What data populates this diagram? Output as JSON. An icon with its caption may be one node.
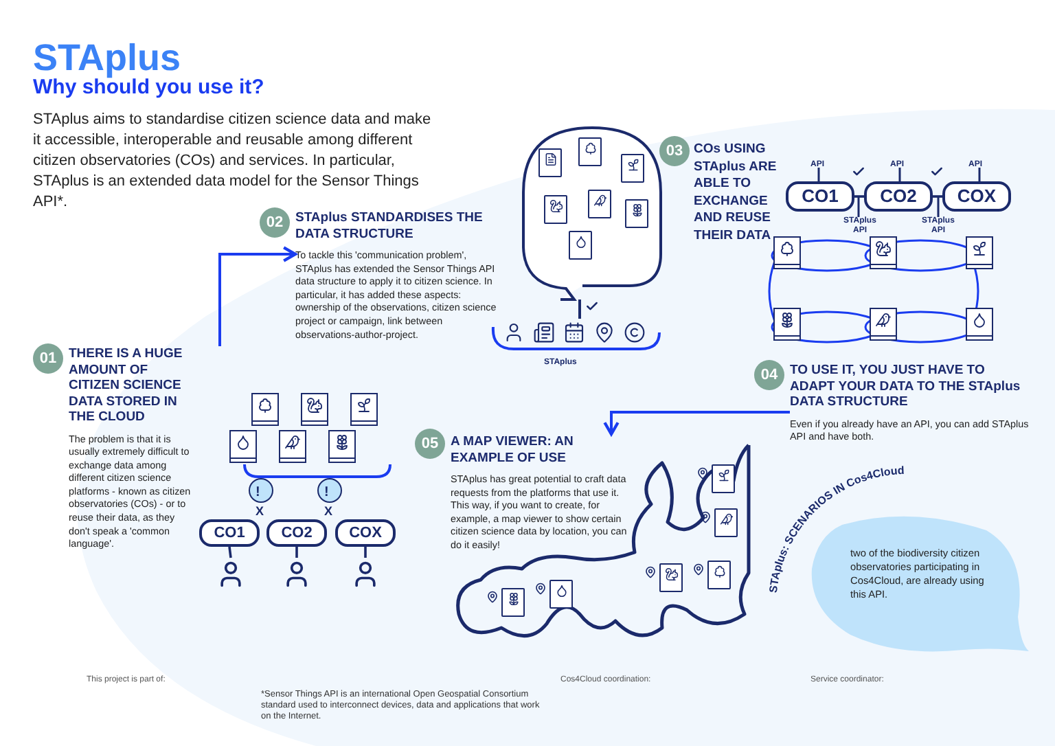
{
  "diagram": {
    "title": "STAplus",
    "nodes": [
      {
        "text": [
          "THERE IS A HUGE AMOUNT  OF CITIZEN SCIENCE DATA STORED IN THE CLOUD",
          "The problem is that it is usually extremely difficult to exchange data among different citizen science platforms - known as citizen observatories (COs) - or to reuse their data, as they don't speak a 'common language'."
        ],
        "beside": [
          "01"
        ]
      },
      {
        "text": [
          "STAplus STANDARDISES THE DATA STRUCTURE",
          "To tackle this 'communication problem', STAplus has extended the Sensor Things API data structure to apply it to citizen science. In particular, it has added these aspects: ownership of the observations, citizen science project or campaign, link between observations-author-project."
        ],
        "beside": [
          "02"
        ]
      },
      {
        "text": [
          "COs USING STAplus ARE ABLE TO EXCHANGE AND REUSE THEIR DATA"
        ],
        "beside": [
          "03"
        ]
      },
      {
        "text": [
          "TO USE IT, YOU JUST HAVE TO ADAPT YOUR DATA TO THE STAplus DATA STRUCTURE",
          "Even if you already have an API, you can add STAplus API and have both."
        ],
        "beside": [
          "04"
        ]
      },
      {
        "text": [
          "A MAP VIEWER: AN EXAMPLE OF USE",
          "STAplus has great potential to craft data requests from the platforms that use it. This way, if you want to create, for example, a map viewer to show certain citizen science data by location, you can do it easily!"
        ],
        "beside": [
          "05"
        ]
      },
      {
        "text": [
          "CO1"
        ]
      },
      {
        "text": [
          "CO2"
        ]
      },
      {
        "text": [
          "COX"
        ]
      },
      {
        "text": [],
        "shape": "person"
      },
      {
        "text": [],
        "shape": "person"
      },
      {
        "text": [],
        "shape": "person"
      },
      {
        "text": [
          "CO1"
        ]
      },
      {
        "text": [
          "CO2"
        ]
      },
      {
        "text": [
          "COX"
        ]
      },
      {
        "text": [
          "STAplus: SCENARIOS IN Cos4Cloud",
          "two of the biodiversity citizen  observatories participating in  Cos4Cloud, are already using this API."
        ]
      }
    ],
    "edges": [
      {
        "from": 0,
        "to": 1,
        "arrow": "to",
        "color": "#1a3cf0"
      },
      {
        "from": 3,
        "to": 4,
        "arrow": "to",
        "color": "#1a3cf0"
      },
      {
        "from": 5,
        "to": 8,
        "arrow": "none"
      },
      {
        "from": 6,
        "to": 9,
        "arrow": "none"
      },
      {
        "from": 7,
        "to": 10,
        "arrow": "none"
      },
      {
        "from": 11,
        "to": 12,
        "arrow": "none"
      },
      {
        "from": 12,
        "to": 13,
        "arrow": "none"
      }
    ],
    "labels": [
      "Why should you use it?",
      "STAplus aims to standardise citizen science data and make it accessible, interoperable and reusable among different citizen observatories (COs) and services. In particular, STAplus is an extended data model for the Sensor Things API*.",
      "!",
      "!",
      "X",
      "X",
      "STAplus",
      "API",
      "API",
      "API",
      "STAplus API",
      "STAplus API",
      "This project is part of:",
      "*Sensor Things API is an international Open Geospatial Consortium standard used to interconnect devices, data and applications that work on the Internet.",
      "Cos4Cloud coordination:",
      "Service coordinator:"
    ]
  }
}
